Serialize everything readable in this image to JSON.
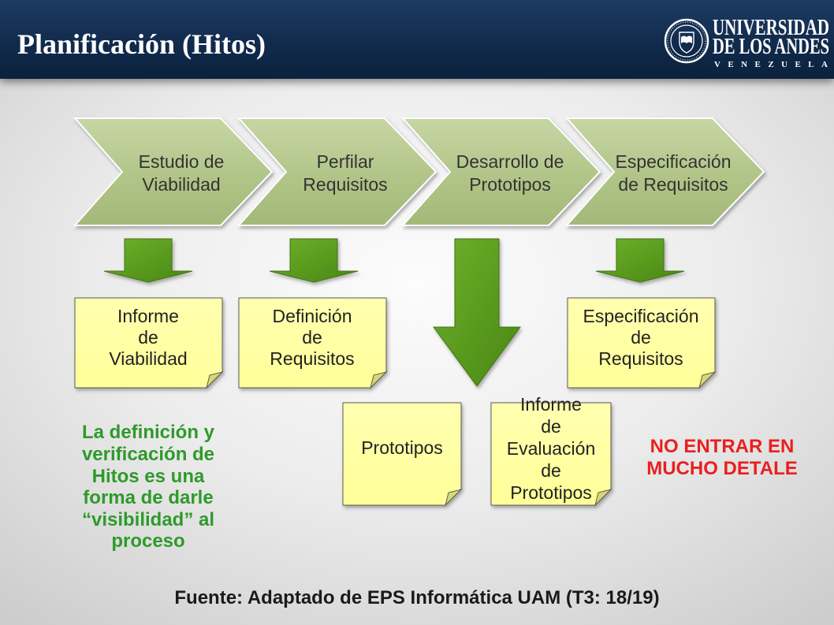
{
  "slide": {
    "title": "Planificación (Hitos)"
  },
  "logo": {
    "name_line1": "UNIVERSIDAD",
    "name_line2": "DE LOS ANDES",
    "country": "VENEZUELA"
  },
  "phases": [
    {
      "lines": [
        "Estudio de",
        "Viabilidad"
      ]
    },
    {
      "lines": [
        "Perfilar",
        "Requisitos"
      ]
    },
    {
      "lines": [
        "Desarrollo de",
        "Prototipos"
      ]
    },
    {
      "lines": [
        "Especificación",
        "de Requisitos"
      ]
    }
  ],
  "deliverables": [
    {
      "lines": [
        "Informe",
        "de",
        "Viabilidad"
      ]
    },
    {
      "lines": [
        "Definición",
        "de",
        "Requisitos"
      ]
    },
    {
      "lines": [
        "Especificación",
        "de",
        "Requisitos"
      ]
    },
    {
      "lines": [
        "Prototipos"
      ]
    },
    {
      "lines": [
        "Informe",
        "de",
        "Evaluación",
        "de",
        "Prototipos"
      ]
    }
  ],
  "note": {
    "lines": [
      "La definición y",
      "verificación de",
      "Hitos es una",
      "forma de darle",
      "“visibilidad” al",
      "proceso"
    ]
  },
  "warning": {
    "lines": [
      "NO ENTRAR EN",
      "MUCHO DETALE"
    ]
  },
  "footer": {
    "source": "Fuente: Adaptado de EPS Informática UAM (T3: 18/19)"
  },
  "colors": {
    "header": "#112b4d",
    "chevron": "#b3c68a",
    "arrow": "#5b9c1f",
    "document": "#ffff99",
    "note_text": "#2e9a2a",
    "warning_text": "#e8201e"
  }
}
